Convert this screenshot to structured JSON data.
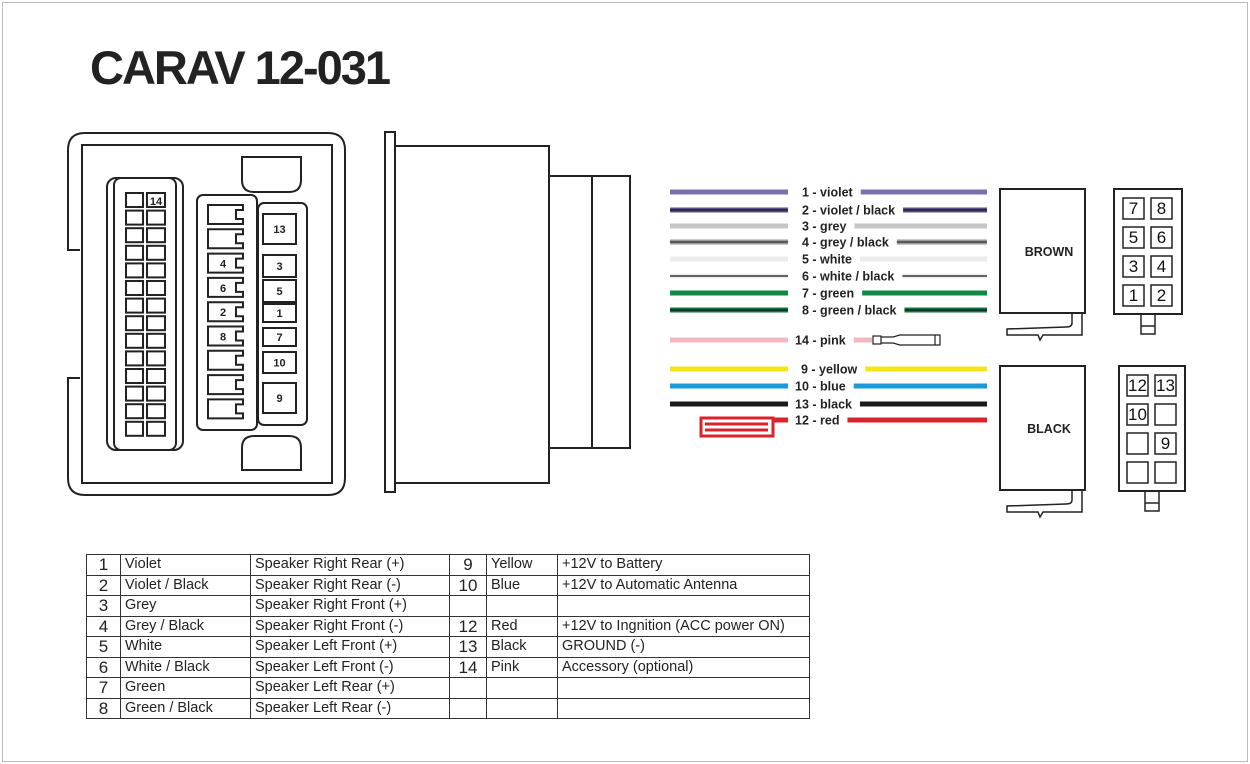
{
  "title": "CARAV 12-031",
  "head_unit_connector": {
    "left_block_label": "14",
    "middle_pins": [
      "",
      "",
      "4",
      "6",
      "2",
      "8",
      "",
      "",
      ""
    ],
    "right_pins": [
      "13",
      "3",
      "5",
      "1",
      "7",
      "10",
      "9"
    ]
  },
  "wires": [
    {
      "label": "1 - violet",
      "color": "#7b6fb0",
      "stripe": ""
    },
    {
      "label": "2 - violet / black",
      "color": "#5a4f8c",
      "stripe": "#222"
    },
    {
      "label": "3 - grey",
      "color": "#c6c6c6",
      "stripe": ""
    },
    {
      "label": "4 - grey / black",
      "color": "#9a9a9a",
      "stripe": "#444"
    },
    {
      "label": "5 - white",
      "color": "#ececec",
      "stripe": ""
    },
    {
      "label": "6 - white / black",
      "color": "#f0f0f0",
      "stripe": "#333"
    },
    {
      "label": "7 - green",
      "color": "#0f8a43",
      "stripe": ""
    },
    {
      "label": "8 - green / black",
      "color": "#0c7a3a",
      "stripe": "#123"
    },
    {
      "label": "14 - pink",
      "color": "#f2b8c0",
      "stripe": ""
    },
    {
      "label": "9 - yellow",
      "color": "#f6e41a",
      "stripe": ""
    },
    {
      "label": "10 - blue",
      "color": "#1a9ad6",
      "stripe": ""
    },
    {
      "label": "13 - black",
      "color": "#1a1a1a",
      "stripe": ""
    },
    {
      "label": "12 - red",
      "color": "#d9232b",
      "stripe": ""
    }
  ],
  "iso_connectors": [
    {
      "name": "BROWN",
      "pins": [
        "7",
        "8",
        "5",
        "6",
        "3",
        "4",
        "1",
        "2"
      ]
    },
    {
      "name": "BLACK",
      "pins": [
        "12",
        "13",
        "10",
        "",
        "",
        "9",
        "",
        ""
      ]
    }
  ],
  "table": [
    [
      "1",
      "Violet",
      "Speaker Right Rear (+)",
      "9",
      "Yellow",
      "+12V to Battery"
    ],
    [
      "2",
      "Violet / Black",
      "Speaker Right Rear (-)",
      "10",
      "Blue",
      "+12V to Automatic Antenna"
    ],
    [
      "3",
      "Grey",
      "Speaker Right Front (+)",
      "",
      "",
      ""
    ],
    [
      "4",
      "Grey / Black",
      "Speaker Right Front (-)",
      "12",
      "Red",
      "+12V to Ingnition (ACC power ON)"
    ],
    [
      "5",
      "White",
      "Speaker Left Front (+)",
      "13",
      "Black",
      "GROUND (-)"
    ],
    [
      "6",
      "White / Black",
      "Speaker Left Front (-)",
      "14",
      "Pink",
      "Accessory (optional)"
    ],
    [
      "7",
      "Green",
      "Speaker Left Rear (+)",
      "",
      "",
      ""
    ],
    [
      "8",
      "Green / Black",
      "Speaker Left Rear (-)",
      "",
      "",
      ""
    ]
  ]
}
